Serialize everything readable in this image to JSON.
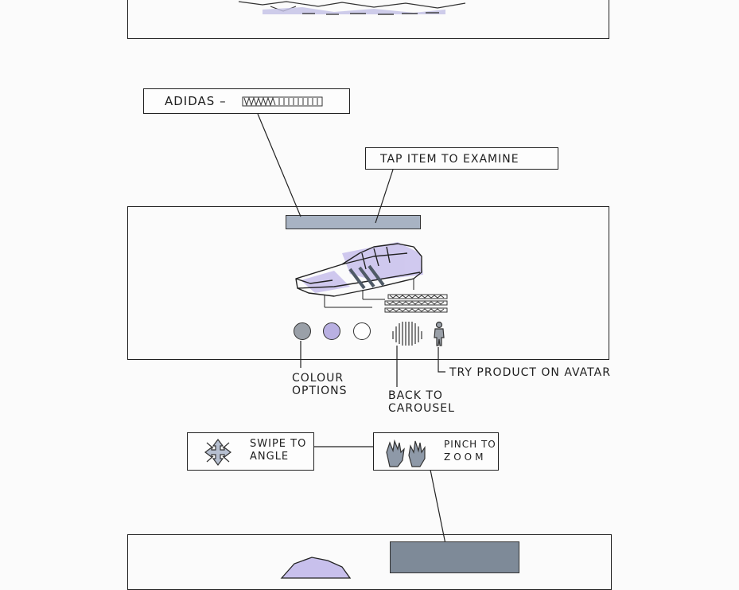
{
  "callouts": {
    "brand_title": "ADIDAS –",
    "tap_hint": "TAP ITEM TO EXAMINE",
    "colour_options_line1": "COLOUR",
    "colour_options_line2": "OPTIONS",
    "back_line1": "BACK TO",
    "back_line2": "CAROUSEL",
    "avatar": "TRY PRODUCT ON AVATAR",
    "swipe_line1": "SWIPE TO",
    "swipe_line2": "ANGLE",
    "pinch_line1": "PINCH TO",
    "pinch_line2": "ZOOM"
  },
  "colours": {
    "swatch_grey": "#9aa0a8",
    "swatch_lilac": "#b9b0e2",
    "swatch_white": "#ffffff",
    "title_bar": "#a8b3c3",
    "shoe_accent": "#c8c0ec",
    "zoom_bar": "#7e8a98"
  },
  "icons": [
    "swipe-arrows-icon",
    "pinch-hands-icon",
    "carousel-icon",
    "avatar-icon"
  ]
}
